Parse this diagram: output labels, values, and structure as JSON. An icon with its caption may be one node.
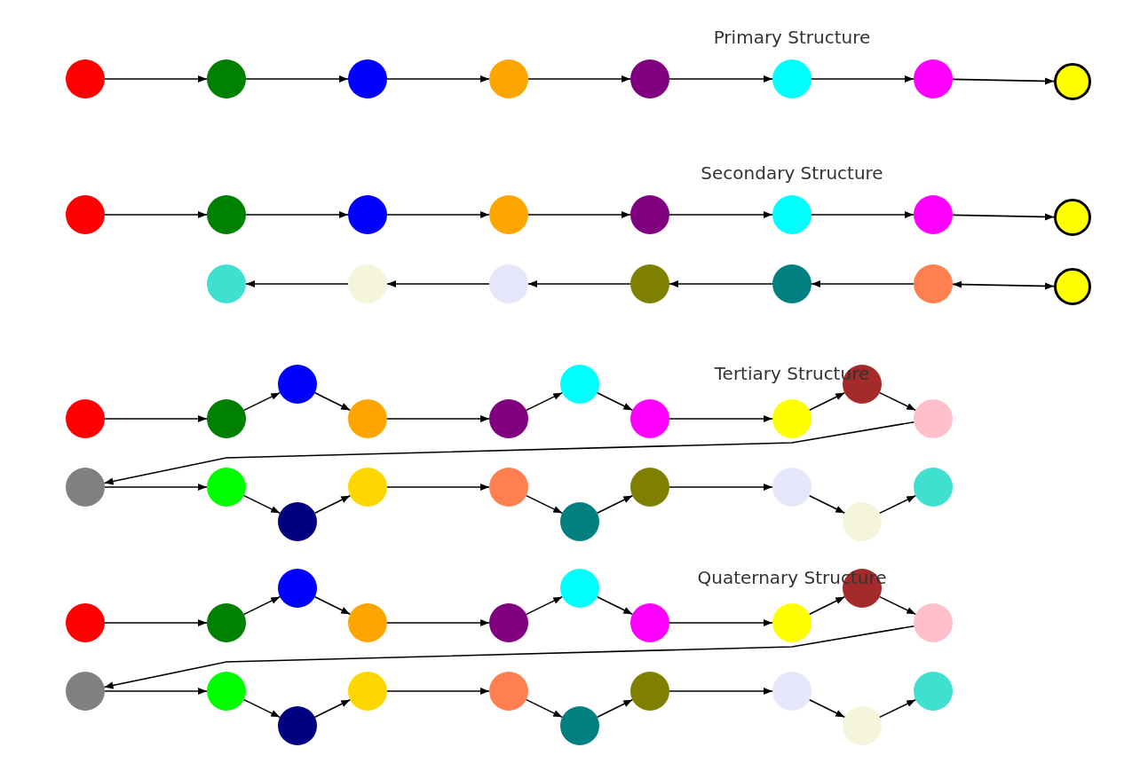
{
  "diagram": {
    "nodes": [
      {
        "text": [],
        "shape": "circle"
      },
      {
        "text": [],
        "shape": "circle"
      },
      {
        "text": [],
        "shape": "circle"
      },
      {
        "text": [],
        "shape": "circle"
      },
      {
        "text": [],
        "shape": "circle"
      },
      {
        "text": [],
        "shape": "circle"
      },
      {
        "text": [],
        "shape": "circle"
      },
      {
        "text": [],
        "shape": "circle"
      },
      {
        "text": [],
        "shape": "circle"
      },
      {
        "text": [],
        "shape": "circle"
      },
      {
        "text": [],
        "shape": "circle"
      },
      {
        "text": [],
        "shape": "circle"
      },
      {
        "text": [],
        "shape": "circle"
      },
      {
        "text": [],
        "shape": "circle"
      },
      {
        "text": [],
        "shape": "circle"
      },
      {
        "text": [],
        "shape": "circle"
      },
      {
        "text": [],
        "shape": "circle"
      },
      {
        "text": [],
        "shape": "circle"
      },
      {
        "text": [],
        "shape": "circle"
      },
      {
        "text": [],
        "shape": "circle"
      },
      {
        "text": [],
        "shape": "circle"
      },
      {
        "text": [],
        "shape": "circle"
      },
      {
        "text": [],
        "shape": "circle"
      },
      {
        "text": [],
        "shape": "circle"
      },
      {
        "text": [],
        "shape": "circle"
      },
      {
        "text": [],
        "shape": "circle"
      },
      {
        "text": [],
        "shape": "circle"
      },
      {
        "text": [],
        "shape": "circle"
      },
      {
        "text": [],
        "shape": "circle"
      },
      {
        "text": [],
        "shape": "circle"
      },
      {
        "text": [],
        "shape": "circle"
      },
      {
        "text": [],
        "shape": "circle"
      },
      {
        "text": [],
        "shape": "circle"
      },
      {
        "text": [],
        "shape": "circle"
      },
      {
        "text": [],
        "shape": "circle"
      },
      {
        "text": [],
        "shape": "circle"
      },
      {
        "text": [],
        "shape": "circle"
      },
      {
        "text": [],
        "shape": "circle"
      },
      {
        "text": [],
        "shape": "circle"
      },
      {
        "text": [],
        "shape": "circle"
      },
      {
        "text": [],
        "shape": "circle"
      },
      {
        "text": [],
        "shape": "circle"
      },
      {
        "text": [],
        "shape": "circle"
      },
      {
        "text": [],
        "shape": "circle"
      },
      {
        "text": [],
        "shape": "circle"
      },
      {
        "text": [],
        "shape": "circle"
      },
      {
        "text": [],
        "shape": "circle"
      },
      {
        "text": [],
        "shape": "circle"
      },
      {
        "text": [],
        "shape": "circle"
      },
      {
        "text": [],
        "shape": "circle"
      },
      {
        "text": [],
        "shape": "circle"
      },
      {
        "text": [],
        "shape": "circle"
      },
      {
        "text": [],
        "shape": "circle"
      },
      {
        "text": [],
        "shape": "circle"
      },
      {
        "text": [],
        "shape": "circle"
      },
      {
        "text": [],
        "shape": "circle"
      },
      {
        "text": [],
        "shape": "circle"
      },
      {
        "text": [],
        "shape": "circle"
      },
      {
        "text": [],
        "shape": "circle"
      },
      {
        "text": [],
        "shape": "circle"
      },
      {
        "text": [],
        "shape": "circle"
      },
      {
        "text": [],
        "shape": "circle"
      },
      {
        "text": [],
        "shape": "circle"
      }
    ],
    "edges": [
      {
        "from": 0,
        "to": 1,
        "arrow": "to"
      },
      {
        "from": 1,
        "to": 2,
        "arrow": "to"
      },
      {
        "from": 2,
        "to": 3,
        "arrow": "to"
      },
      {
        "from": 3,
        "to": 4,
        "arrow": "to"
      },
      {
        "from": 4,
        "to": 5,
        "arrow": "to"
      },
      {
        "from": 5,
        "to": 6,
        "arrow": "to"
      },
      {
        "from": 6,
        "to": 7,
        "arrow": "to"
      },
      {
        "from": 8,
        "to": 9,
        "arrow": "to"
      },
      {
        "from": 9,
        "to": 10,
        "arrow": "to"
      },
      {
        "from": 10,
        "to": 11,
        "arrow": "to"
      },
      {
        "from": 11,
        "to": 12,
        "arrow": "to"
      },
      {
        "from": 12,
        "to": 13,
        "arrow": "to"
      },
      {
        "from": 13,
        "to": 14,
        "arrow": "to"
      },
      {
        "from": 14,
        "to": 15,
        "arrow": "to"
      },
      {
        "from": 22,
        "to": 21,
        "arrow": "both"
      },
      {
        "from": 21,
        "to": 20,
        "arrow": "to"
      },
      {
        "from": 20,
        "to": 19,
        "arrow": "to"
      },
      {
        "from": 19,
        "to": 18,
        "arrow": "to"
      },
      {
        "from": 18,
        "to": 17,
        "arrow": "to"
      },
      {
        "from": 17,
        "to": 16,
        "arrow": "to"
      },
      {
        "from": 23,
        "to": 24,
        "arrow": "to"
      },
      {
        "from": 24,
        "to": 25,
        "arrow": "to"
      },
      {
        "from": 25,
        "to": 26,
        "arrow": "to"
      },
      {
        "from": 26,
        "to": 27,
        "arrow": "to"
      },
      {
        "from": 27,
        "to": 28,
        "arrow": "to"
      },
      {
        "from": 28,
        "to": 29,
        "arrow": "to"
      },
      {
        "from": 29,
        "to": 30,
        "arrow": "to"
      },
      {
        "from": 30,
        "to": 31,
        "arrow": "to"
      },
      {
        "from": 31,
        "to": 32,
        "arrow": "to"
      },
      {
        "from": 32,
        "to": 33,
        "arrow": "to"
      },
      {
        "from": 33,
        "to": 34,
        "arrow": "to"
      },
      {
        "from": 34,
        "to": 35,
        "arrow": "to"
      },
      {
        "from": 35,
        "to": 36,
        "arrow": "to"
      },
      {
        "from": 36,
        "to": 37,
        "arrow": "to"
      },
      {
        "from": 37,
        "to": 38,
        "arrow": "to"
      },
      {
        "from": 38,
        "to": 39,
        "arrow": "to"
      },
      {
        "from": 39,
        "to": 40,
        "arrow": "to"
      },
      {
        "from": 40,
        "to": 41,
        "arrow": "to"
      },
      {
        "from": 41,
        "to": 42,
        "arrow": "to"
      },
      {
        "from": 43,
        "to": 44,
        "arrow": "to"
      },
      {
        "from": 44,
        "to": 45,
        "arrow": "to"
      },
      {
        "from": 45,
        "to": 46,
        "arrow": "to"
      },
      {
        "from": 46,
        "to": 47,
        "arrow": "to"
      },
      {
        "from": 47,
        "to": 48,
        "arrow": "to"
      },
      {
        "from": 48,
        "to": 49,
        "arrow": "to"
      },
      {
        "from": 49,
        "to": 50,
        "arrow": "to"
      },
      {
        "from": 50,
        "to": 51,
        "arrow": "to"
      },
      {
        "from": 51,
        "to": 52,
        "arrow": "to"
      },
      {
        "from": 52,
        "to": 53,
        "arrow": "to"
      },
      {
        "from": 53,
        "to": 54,
        "arrow": "to"
      },
      {
        "from": 54,
        "to": 55,
        "arrow": "to"
      },
      {
        "from": 55,
        "to": 56,
        "arrow": "to"
      },
      {
        "from": 56,
        "to": 57,
        "arrow": "to"
      },
      {
        "from": 57,
        "to": 58,
        "arrow": "to"
      },
      {
        "from": 58,
        "to": 59,
        "arrow": "to"
      },
      {
        "from": 59,
        "to": 60,
        "arrow": "to"
      },
      {
        "from": 60,
        "to": 61,
        "arrow": "to"
      },
      {
        "from": 61,
        "to": 62,
        "arrow": "to"
      }
    ],
    "labels": [
      "Primary Structure",
      "Secondary Structure",
      "Tertiary Structure",
      "Quaternary Structure"
    ]
  }
}
